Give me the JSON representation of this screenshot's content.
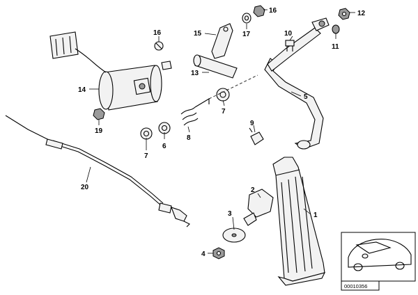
{
  "callouts": {
    "c1": "1",
    "c2": "2",
    "c3": "3",
    "c4": "4",
    "c5": "5",
    "c6": "6",
    "c7a": "7",
    "c7b": "7",
    "c8": "8",
    "c9": "9",
    "c10": "10",
    "c11": "11",
    "c12": "12",
    "c13": "13",
    "c14": "14",
    "c15": "15",
    "c16a": "16",
    "c16b": "16",
    "c17": "17",
    "c19": "19",
    "c20": "20"
  },
  "inset": {
    "code": "00010356"
  }
}
